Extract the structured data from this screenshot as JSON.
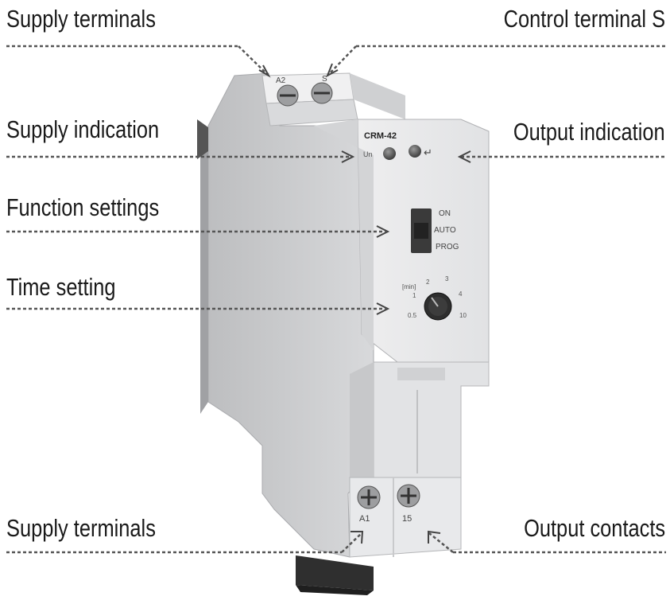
{
  "callouts": {
    "supply_terminals_top": "Supply terminals",
    "control_terminal": "Control terminal S",
    "supply_indication": "Supply indication",
    "output_indication": "Output indication",
    "function_settings": "Function settings",
    "time_setting": "Time setting",
    "supply_terminals_bottom": "Supply terminals",
    "output_contacts": "Output contacts"
  },
  "device": {
    "model": "CRM-42",
    "led_supply_label": "Un",
    "led_output_label": "↵",
    "switch_positions": [
      "ON",
      "AUTO",
      "PROG"
    ],
    "dial_unit": "[min]",
    "dial_scale": [
      "0.5",
      "1",
      "2",
      "3",
      "4",
      "10"
    ],
    "terminals_top": [
      "A2",
      "S"
    ],
    "terminals_bottom": [
      "A1",
      "15"
    ]
  },
  "colors": {
    "body": "#e4e5e7",
    "side": "#c9cacc",
    "dark": "#3a3a3a",
    "leader": "#555555"
  }
}
